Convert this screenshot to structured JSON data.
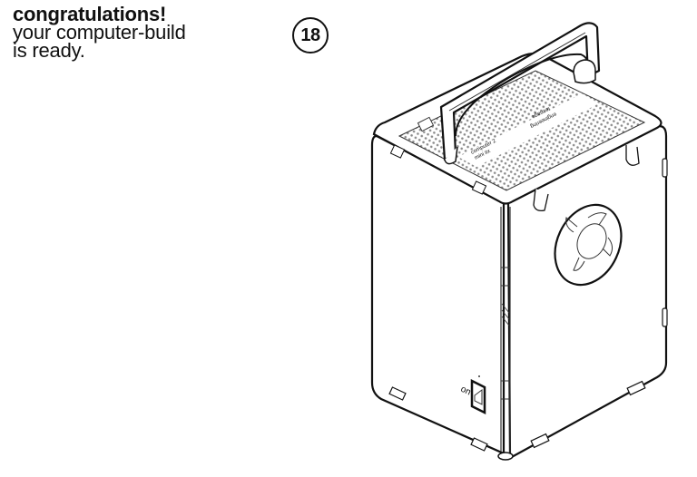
{
  "caption": {
    "title": "congratulations!",
    "line1": "your computer-build",
    "line2": "is ready."
  },
  "step": {
    "number": "18"
  },
  "illustration": {
    "subject": "assembled computer case with carry handle, top mesh panel, side fan and power switch",
    "top_label_left_line1": "computer 2",
    "top_label_left_line2": "mini itx",
    "top_label_right_line1": "teenage",
    "top_label_right_line2": "engineering",
    "switch_label": "on",
    "colors": {
      "line": "#111111",
      "mesh": "#9a9a9a",
      "background": "#ffffff"
    }
  }
}
